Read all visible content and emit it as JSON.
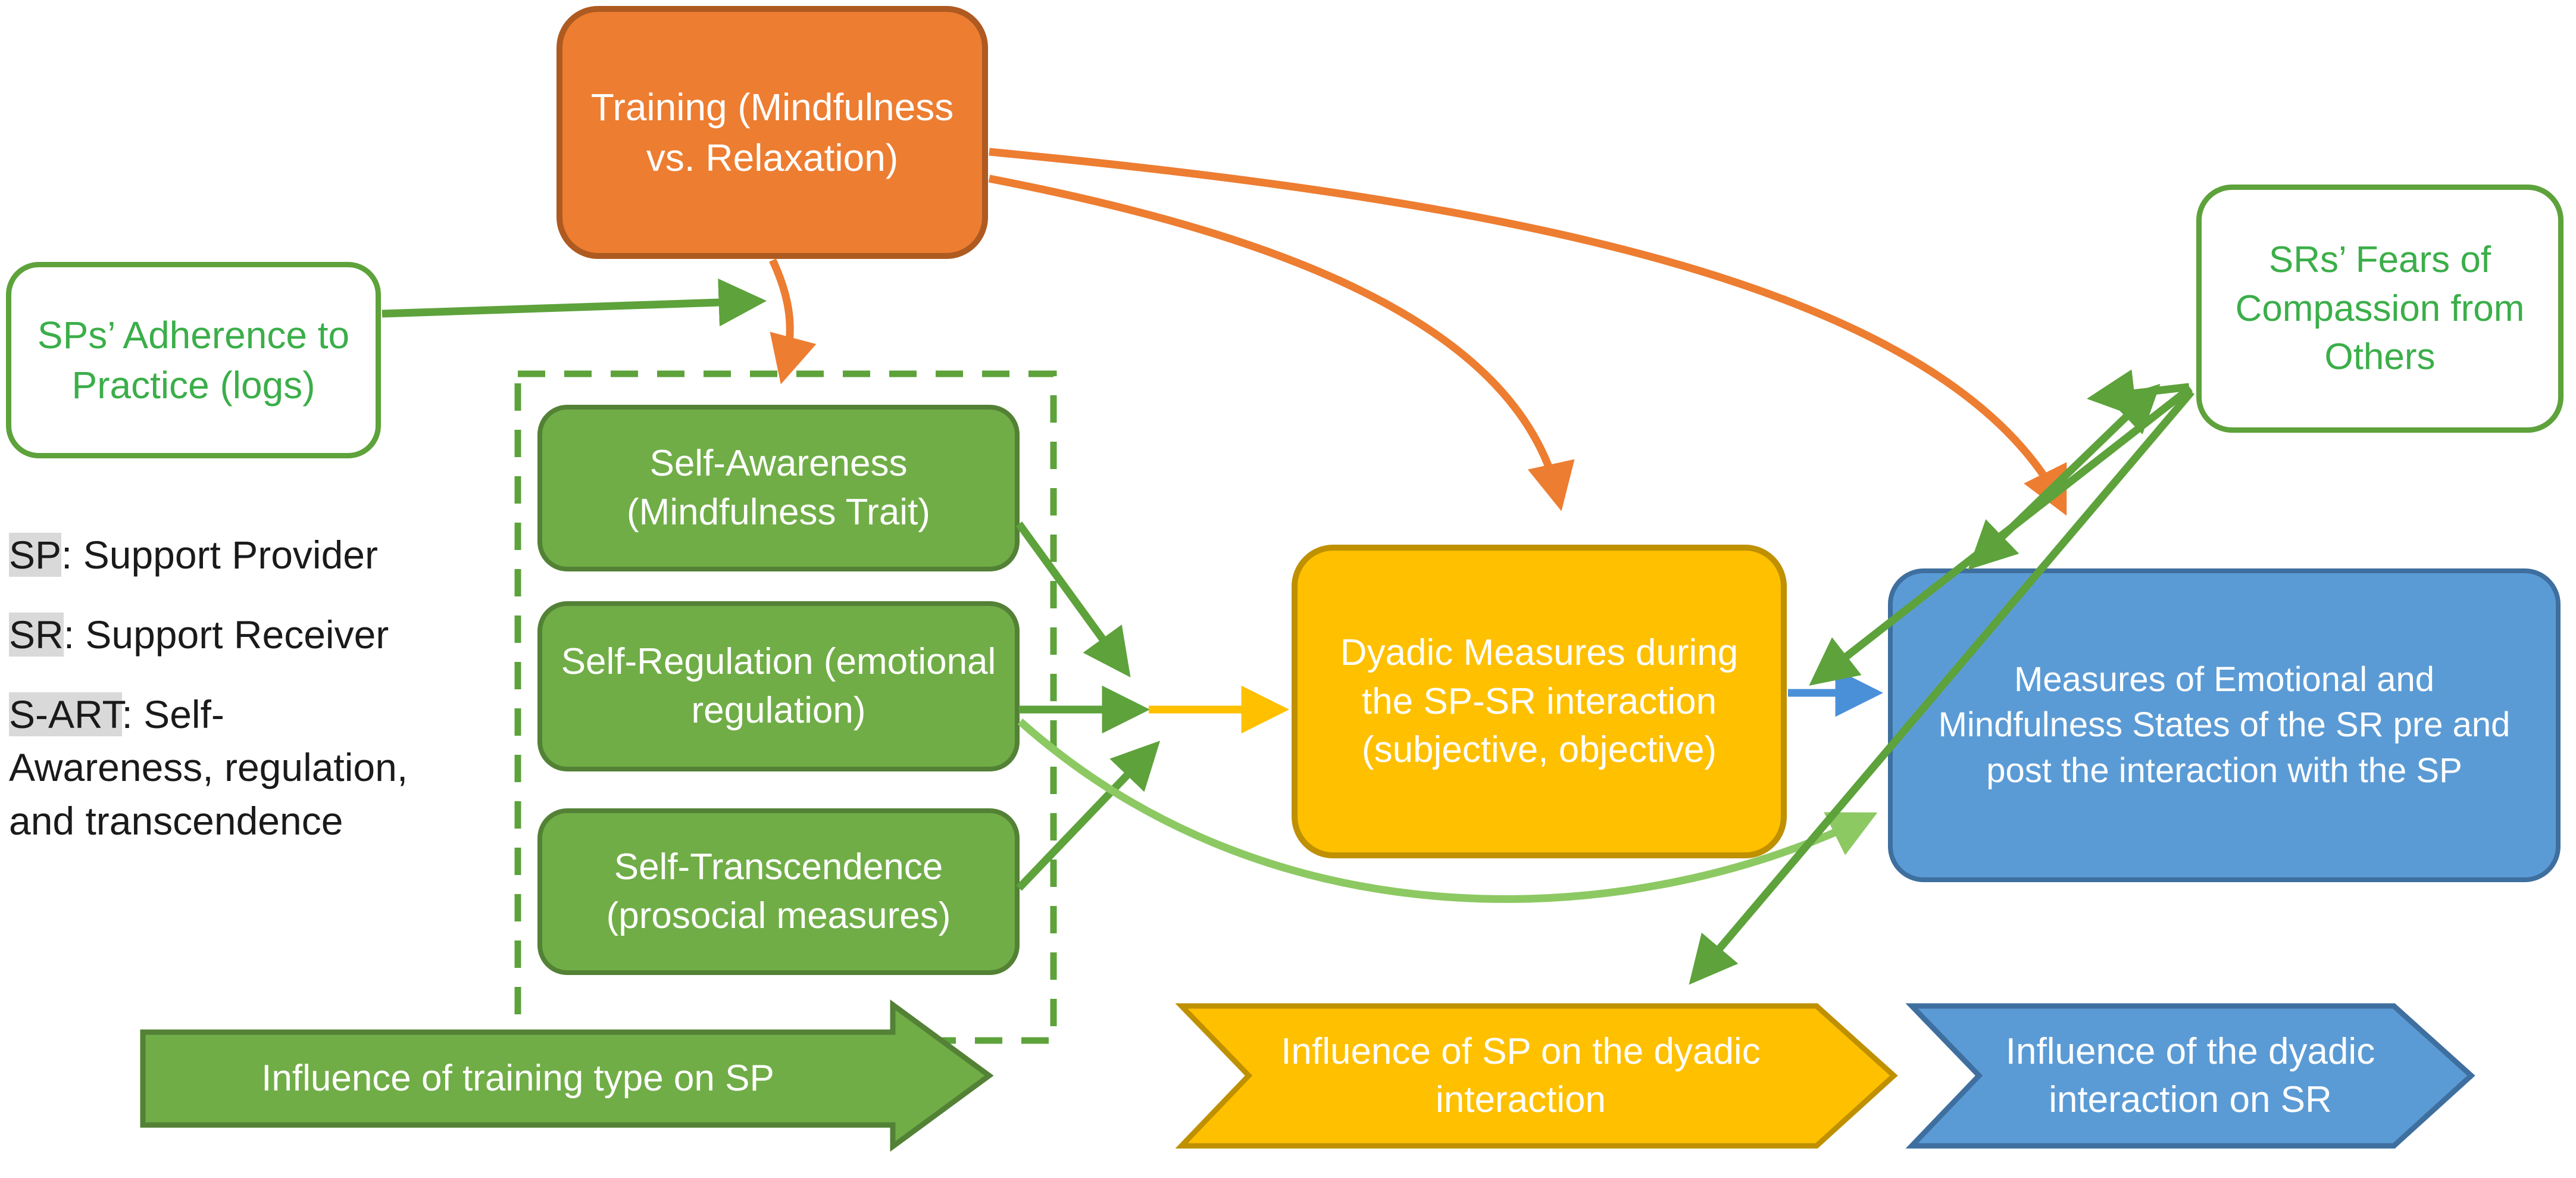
{
  "title": "Study model diagram: mindfulness vs relaxation training in support provider - support receiver dyads",
  "colors": {
    "orange": "#ED7D31",
    "orange_dark": "#AE5A21",
    "green_fill": "#70AD47",
    "green_dark": "#538135",
    "green_line": "#5DA23B",
    "green_light": "#8DC963",
    "green_bright": "#3BAE49",
    "yellow": "#FFC000",
    "yellow_dark": "#BF9000",
    "blue": "#5B9BD5",
    "blue_dark": "#3E6F9F",
    "blue_arrow": "#4A90D9",
    "highlight": "#D9D9D9",
    "text_dark": "#1A1A1A"
  },
  "nodes": {
    "training": {
      "label": "Training (Mindfulness vs. Relaxation)"
    },
    "adherence": {
      "label": "SPs’ Adherence to Practice (logs)"
    },
    "fears": {
      "label": "SRs’ Fears of Compassion from Others"
    },
    "self_awareness": {
      "label": "Self-Awareness (Mindfulness Trait)"
    },
    "self_regulation": {
      "label": "Self-Regulation (emotional regulation)"
    },
    "self_transcendence": {
      "label": "Self-Transcendence (prosocial measures)"
    },
    "dyadic_measures": {
      "label": "Dyadic Measures during the SP-SR interaction (subjective, objective)"
    },
    "sr_measures": {
      "label": "Measures of Emotional and Mindfulness States of the SR pre and post the interaction with the SP"
    }
  },
  "legend": [
    {
      "term": "SP",
      "definition": ": Support Provider"
    },
    {
      "term": "SR",
      "definition": ": Support Receiver"
    },
    {
      "term": "S-ART",
      "definition": ": Self-Awareness, regulation, and transcendence"
    }
  ],
  "process_arrows": [
    {
      "label": "Influence of training type on SP",
      "color": "green"
    },
    {
      "label": "Influence of SP on the dyadic interaction",
      "color": "yellow"
    },
    {
      "label": "Influence of the dyadic interaction on SR",
      "color": "blue"
    }
  ]
}
